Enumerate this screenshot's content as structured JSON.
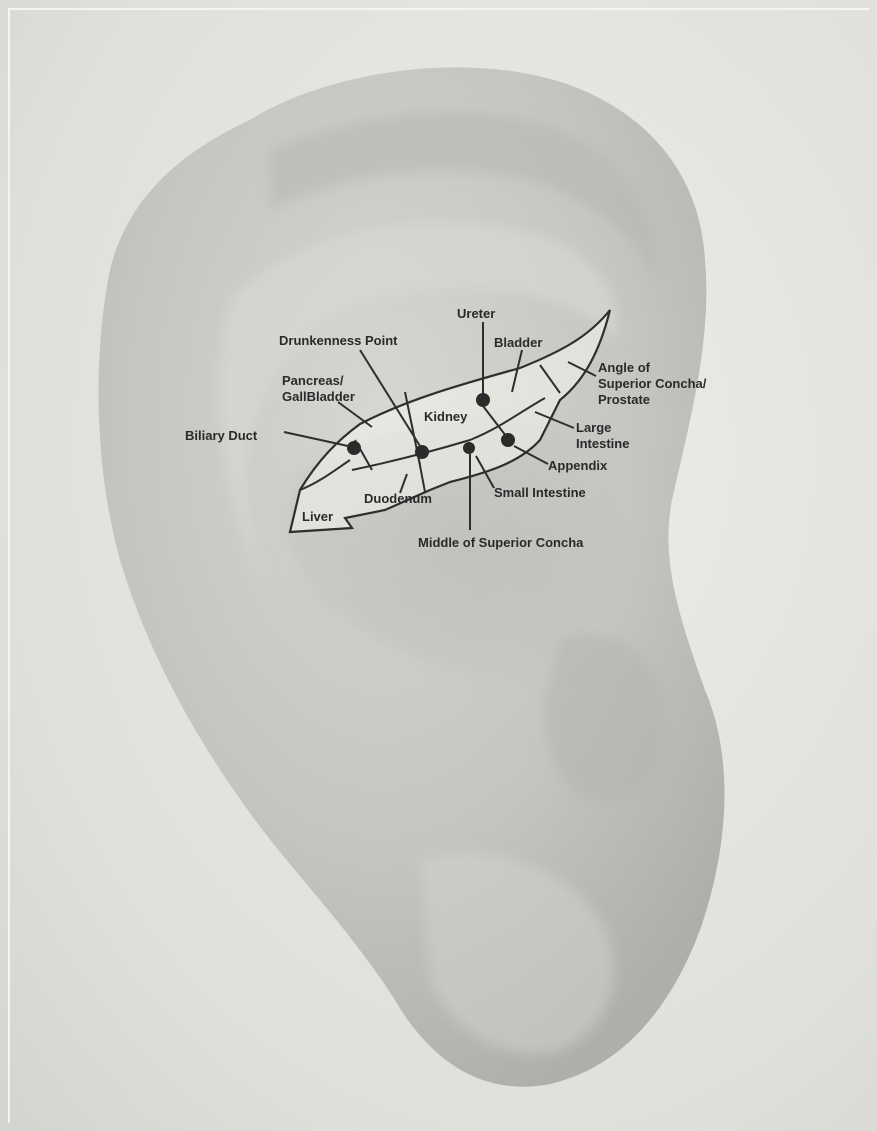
{
  "labels": {
    "ureter": "Ureter",
    "drunkenness_point": "Drunkenness Point",
    "bladder": "Bladder",
    "angle_line1": "Angle of",
    "angle_line2": "Superior Concha/",
    "angle_line3": "Prostate",
    "pancreas_line1": "Pancreas/",
    "pancreas_line2": "GallBladder",
    "kidney": "Kidney",
    "large_intestine_line1": "Large",
    "large_intestine_line2": "Intestine",
    "biliary_duct": "Biliary Duct",
    "appendix": "Appendix",
    "small_intestine": "Small Intestine",
    "liver": "Liver",
    "duodenum": "Duodenum",
    "middle_superior_concha": "Middle of Superior Concha"
  },
  "colors": {
    "background": "#e6e7e2",
    "ear": "#c9cac6",
    "outline": "#2e2e2e",
    "text": "#2a2a2a"
  }
}
